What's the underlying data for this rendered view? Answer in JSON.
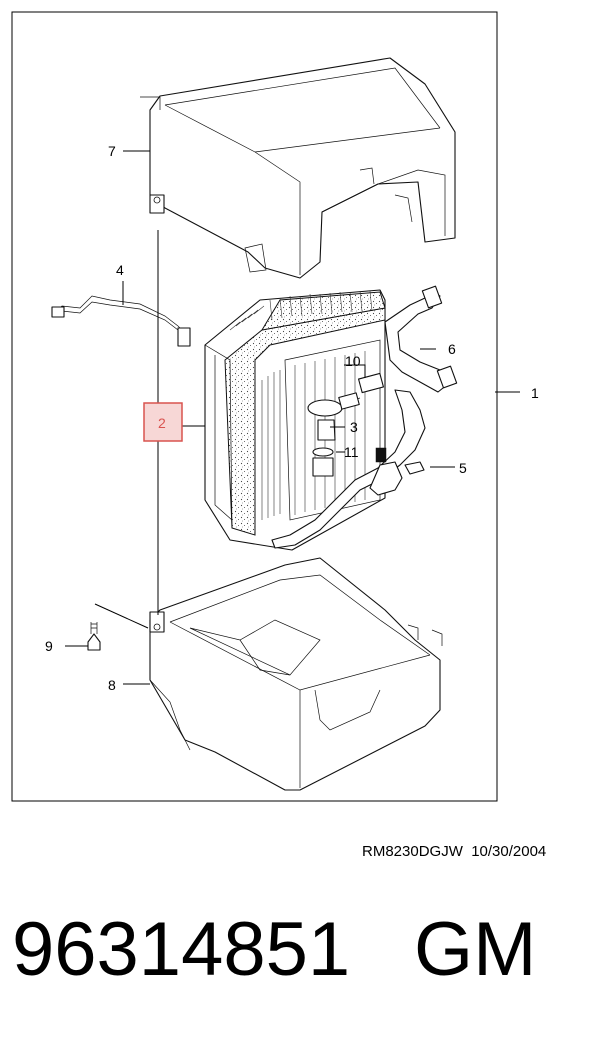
{
  "diagram": {
    "callouts": {
      "c1": "1",
      "c2": "2",
      "c3": "3",
      "c4": "4",
      "c5": "5",
      "c6": "6",
      "c7": "7",
      "c8": "8",
      "c9": "9",
      "c10": "10",
      "c11": "11"
    },
    "highlighted_callout": "2",
    "highlight_color": "#d9534f",
    "drawing_reference": "RM8230DGJW  10/30/2004"
  },
  "footer": {
    "part_number": "96314851",
    "brand": "GM"
  }
}
